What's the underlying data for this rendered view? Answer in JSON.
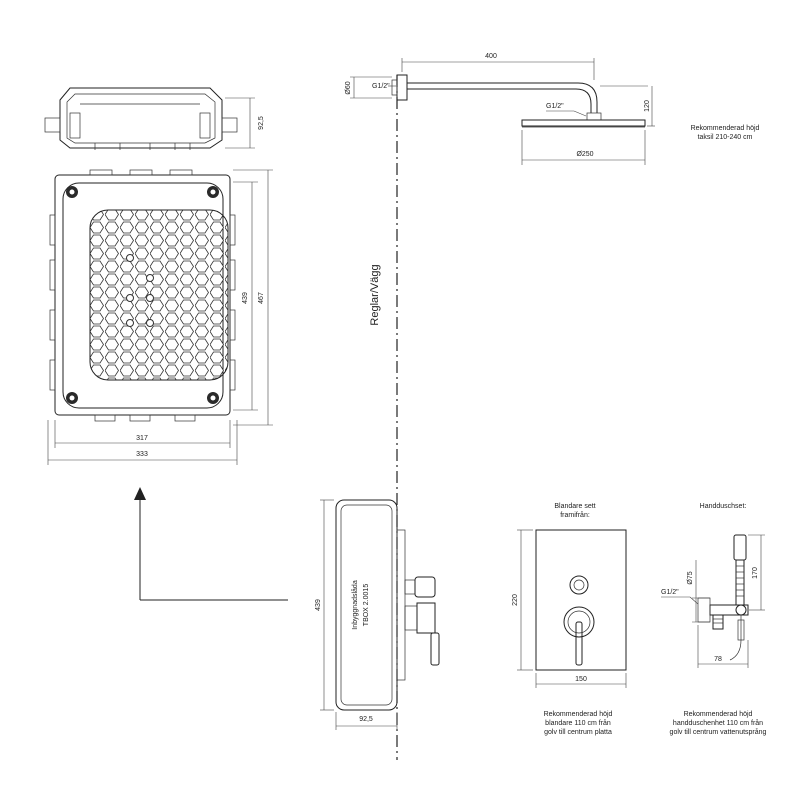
{
  "dimensions": {
    "box_depth": "92,5",
    "box_height_inner": "439",
    "box_height_outer": "467",
    "box_width_inner": "317",
    "box_width_outer": "333",
    "arm_length": "400",
    "pipe_dia": "Ø60",
    "thread_top": "G1/2\"",
    "thread_arm": "G1/2\"",
    "arm_drop": "120",
    "head_dia": "Ø250",
    "side_height": "439",
    "side_depth": "92,5",
    "mixer_height": "220",
    "mixer_width": "150",
    "hand_dia": "Ø75",
    "hand_thread": "G1/2\"",
    "hand_width": "78",
    "hand_height": "170"
  },
  "labels": {
    "wall": "Reglar/Vägg",
    "box_name": "Inbyggnadslåda",
    "box_code": "TBOX 2.0015",
    "ceiling_note_1": "Rekommenderad höjd",
    "ceiling_note_2": "taksil 210-240 cm",
    "mixer_title_1": "Blandare sett",
    "mixer_title_2": "framifrån:",
    "hand_title": "Handduschset:",
    "mixer_note_1": "Rekommenderad höjd",
    "mixer_note_2": "blandare 110 cm från",
    "mixer_note_3": "golv till centrum platta",
    "hand_note_1": "Rekommenderad höjd",
    "hand_note_2": "handduschenhet 110 cm från",
    "hand_note_3": "golv till centrum vattenutsprång"
  }
}
